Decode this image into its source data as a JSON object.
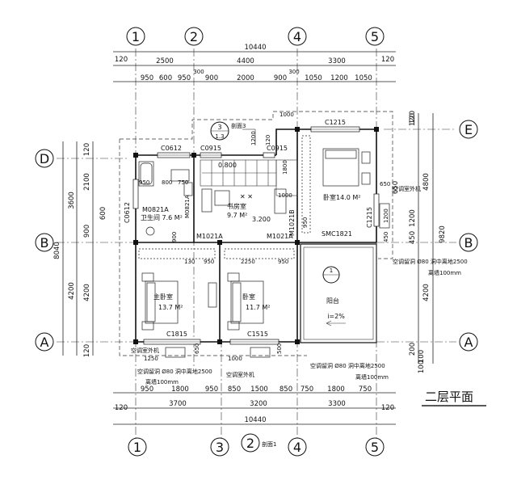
{
  "title": "二层平面",
  "axes": {
    "top": [
      "1",
      "2",
      "4",
      "5"
    ],
    "bottom": [
      "1",
      "3",
      "2",
      "4",
      "5"
    ],
    "left": [
      "D",
      "B",
      "A"
    ],
    "right": [
      "E",
      "B",
      "A"
    ]
  },
  "dims": {
    "top_total": "10440",
    "top_edge": "120",
    "top_edge_r": "120",
    "top_row1": [
      "2500",
      "4400",
      "3300"
    ],
    "top_300a": "300",
    "top_300b": "300",
    "top_row2": [
      "950",
      "600",
      "950",
      "900",
      "2000",
      "900",
      "1050",
      "1200",
      "1050"
    ],
    "bottom_total": "10440",
    "bottom_edge": "120",
    "bottom_edge_r": "120",
    "bottom_row1": [
      "950",
      "1800",
      "950",
      "850",
      "1500",
      "850",
      "750",
      "1800",
      "750"
    ],
    "bottom_row2": [
      "3700",
      "3200",
      "3300"
    ],
    "left_outer": [
      "3600",
      "8040",
      "4200"
    ],
    "left_inner": [
      "120",
      "2100",
      "600",
      "900",
      "4200",
      "120"
    ],
    "right_outer": [
      "4800",
      "9820",
      "4200"
    ],
    "right_inner": [
      "120",
      "650",
      "1200",
      "450",
      "200",
      "100",
      "100",
      "120"
    ]
  },
  "rooms": {
    "wc": "卫生间 7.6 M²",
    "study": "书房室",
    "study_area": "9.7 M²",
    "bed_ne": "卧室14.0 M²",
    "master": "主卧室",
    "master_area": "13.7 M²",
    "bed_s": "卧室",
    "bed_s_area": "11.7 M²",
    "balcony": "阳台",
    "balcony_slope": "i=2%"
  },
  "labels": {
    "c1215": "C1215",
    "c0612_top": "C0612",
    "c0915_a": "C0915",
    "c0915_b": "C0915",
    "c0612_left": "C0612",
    "m0821a": "M0821A",
    "m0821a_v": "M0821A",
    "m1021a_l": "M1021A",
    "m1021a_r": "M1021A",
    "m1021b": "M1021B",
    "smc1821": "SMC1821",
    "c1215_v": "C1215",
    "c1815": "C1815",
    "c1515": "C1515",
    "d3200": "3.200",
    "d0800": "0.800",
    "d1000": "1000",
    "d1000b": "1000",
    "d1800v": "1800",
    "d1200v": "1200",
    "d120v": "120",
    "d950v": "950",
    "d950": "950",
    "d800": "800",
    "d750": "750",
    "d900v": "900",
    "d130": "130",
    "d950b": "950",
    "d2250": "2250",
    "d950c": "950",
    "d1250": "1250",
    "d650": "650",
    "d1000c": "1000",
    "d500": "500",
    "d650r": "650",
    "d1200r": "1200",
    "d450r": "450",
    "ac_r": "空调室外机",
    "ac_bl": "空调室外机",
    "ac_bm": "空调室外机",
    "ac_note_r": "空调留洞 Ø80 洞中离地2500",
    "ac_note_r2": "离墙100mm",
    "ac_note_bl": "空调留洞 Ø80 洞中离地2500",
    "ac_note_bl2": "离墙100mm",
    "ac_note_bm": "空调留洞 Ø80 洞中离地2500",
    "ac_note_bm2": "离墙100mm",
    "section3": "3",
    "section3_sub": "1.3",
    "section3_tag": "剖面3",
    "section1": "1",
    "section1_tag": "剖面1",
    "section_bottom": "2",
    "balc_mark_top": "1",
    "balc_mark_bot": "—"
  }
}
